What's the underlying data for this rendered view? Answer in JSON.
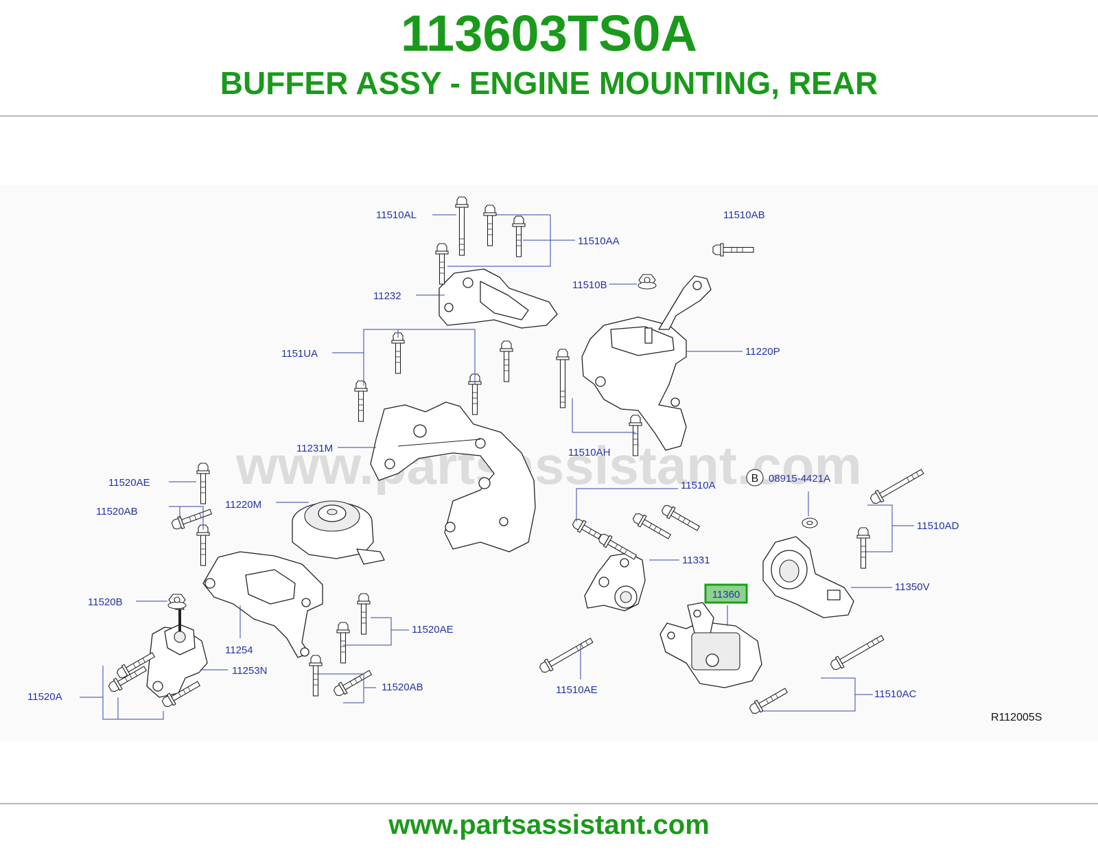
{
  "header": {
    "part_number": "113603TS0A",
    "part_title": "BUFFER ASSY - ENGINE MOUNTING, REAR"
  },
  "diagram": {
    "watermark": "www.partsassistant.com",
    "reference_code": "R112005S",
    "highlighted_part": "11360",
    "callouts": {
      "c_11510AL": "11510AL",
      "c_11510AA": "11510AA",
      "c_11510AB_top": "11510AB",
      "c_11232": "11232",
      "c_11510B": "11510B",
      "c_1151UA": "1151UA",
      "c_11220P": "11220P",
      "c_11510AH": "11510AH",
      "c_11231M": "11231M",
      "c_11520AE_left": "11520AE",
      "c_11510A": "11510A",
      "c_B_letter": "B",
      "c_08915_4421A": "08915-4421A",
      "c_11520AB_left": "11520AB",
      "c_11220M": "11220M",
      "c_11510AD": "11510AD",
      "c_11331": "11331",
      "c_11350V": "11350V",
      "c_11360": "11360",
      "c_11520B": "11520B",
      "c_11520AE_right": "11520AE",
      "c_11254": "11254",
      "c_11253N": "11253N",
      "c_11520A": "11520A",
      "c_11520AB_bottom": "11520AB",
      "c_11510AE": "11510AE",
      "c_11510AC": "11510AC"
    }
  },
  "footer": {
    "url": "www.partsassistant.com"
  },
  "colors": {
    "title_green": "#1a9a1a",
    "callout_blue": "#2233aa",
    "highlight_fill": "#8fd18f",
    "highlight_border": "#1aa01a"
  }
}
